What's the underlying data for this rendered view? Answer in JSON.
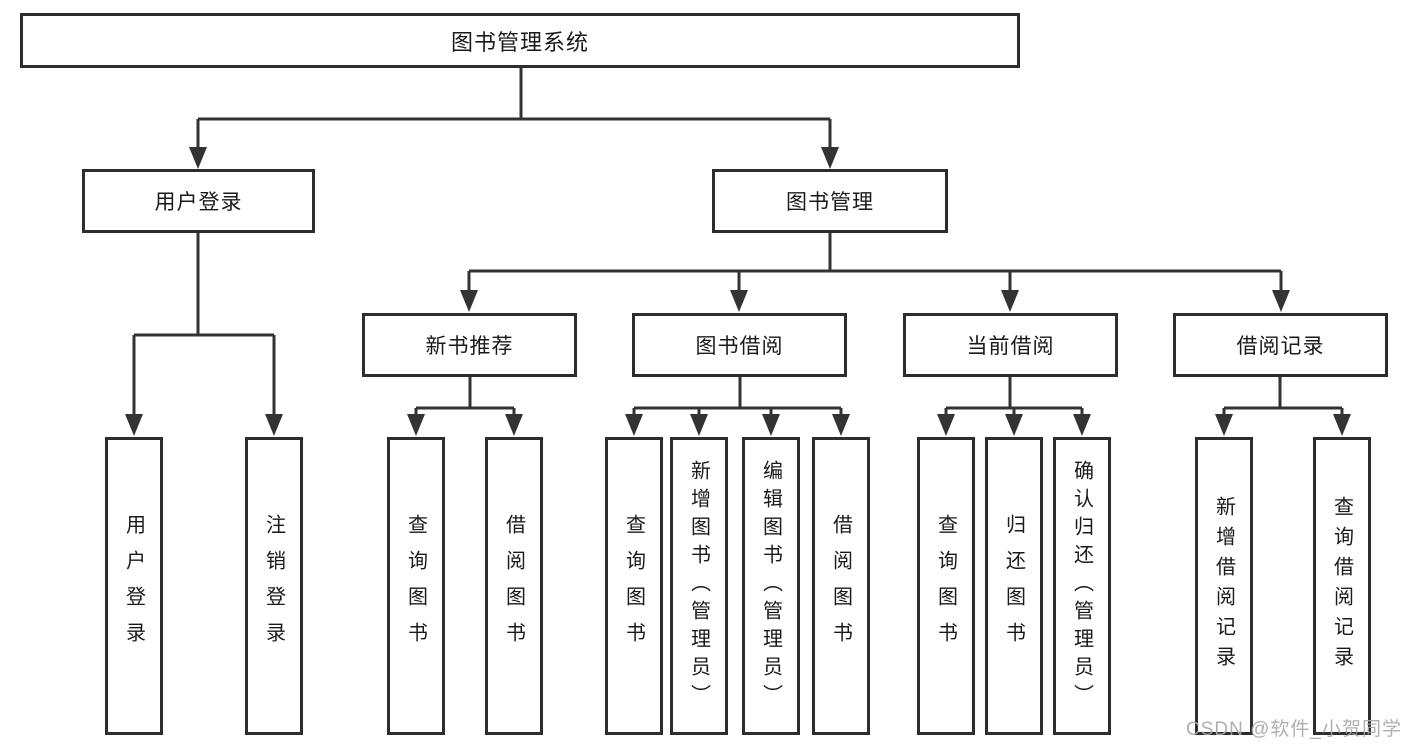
{
  "diagram_type": "hierarchy-diagram",
  "colors": {
    "line": "#333333",
    "box_border": "#2d2d2d",
    "box_bg": "#ffffff",
    "text": "#1a1a1a",
    "watermark": "#a8a8a8"
  },
  "watermark": "CSDN @软件_小贺同学",
  "tree": {
    "label": "图书管理系统",
    "children": [
      {
        "label": "用户登录",
        "children": [
          {
            "label": "用户登录"
          },
          {
            "label": "注销登录"
          }
        ]
      },
      {
        "label": "图书管理",
        "children": [
          {
            "label": "新书推荐",
            "children": [
              {
                "label": "查询图书"
              },
              {
                "label": "借阅图书"
              }
            ]
          },
          {
            "label": "图书借阅",
            "children": [
              {
                "label": "查询图书"
              },
              {
                "label": "新增图书（管理员）"
              },
              {
                "label": "编辑图书（管理员）"
              },
              {
                "label": "借阅图书"
              }
            ]
          },
          {
            "label": "当前借阅",
            "children": [
              {
                "label": "查询图书"
              },
              {
                "label": "归还图书"
              },
              {
                "label": "确认归还（管理员）"
              }
            ]
          },
          {
            "label": "借阅记录",
            "children": [
              {
                "label": "新增借阅记录"
              },
              {
                "label": "查询借阅记录"
              }
            ]
          }
        ]
      }
    ]
  }
}
